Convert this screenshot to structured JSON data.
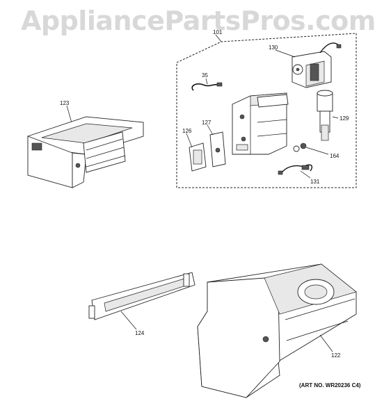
{
  "watermark": "AppliancePartsPros.com",
  "art_number": "(ART NO. WR20236 C4)",
  "callouts": {
    "kit": "101",
    "wire_35": "35",
    "motor_130": "130",
    "icemaker_123": "123",
    "part_127": "127",
    "part_126": "126",
    "valve_129": "129",
    "part_164": "164",
    "harness_131": "131",
    "bracket_124": "124",
    "bucket_122": "122"
  }
}
